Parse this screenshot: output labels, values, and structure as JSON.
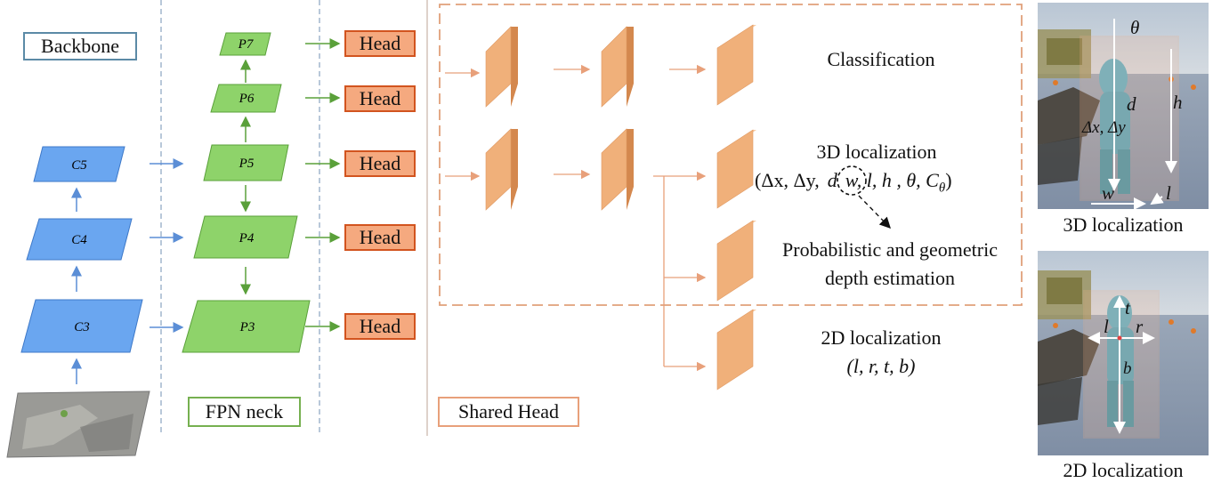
{
  "labels": {
    "backbone": "Backbone",
    "fpn_neck": "FPN neck",
    "shared_head": "Shared Head",
    "head": "Head"
  },
  "backbone_levels": [
    "C5",
    "C4",
    "C3"
  ],
  "fpn_levels": [
    "P7",
    "P6",
    "P5",
    "P4",
    "P3"
  ],
  "outputs": {
    "classification": "Classification",
    "loc3d_title": "3D localization",
    "loc3d_formula_pre": "(Δx, Δy,",
    "loc3d_d": "d",
    "loc3d_formula_post": "w, l, h , θ, C",
    "loc3d_sub": "θ",
    "loc3d_close": ")",
    "depth_line1": "Probabilistic and geometric",
    "depth_line2": "depth estimation",
    "loc2d_title": "2D localization",
    "loc2d_formula": "(l, r, t, b)"
  },
  "photo_3d": {
    "caption": "3D localization",
    "theta": "θ",
    "d": "d",
    "h": "h",
    "dxdy": "Δx, Δy",
    "w": "w",
    "l": "l"
  },
  "photo_2d": {
    "caption": "2D localization",
    "t": "t",
    "l": "l",
    "r": "r",
    "b": "b"
  },
  "colors": {
    "backbone_fill": "#6aa6f0",
    "fpn_fill": "#8ed36a",
    "head_fill": "#f5a97f",
    "head_border": "#d2541f",
    "conv_fill": "#f0b07a",
    "dashed_orange": "#e0a07a"
  }
}
